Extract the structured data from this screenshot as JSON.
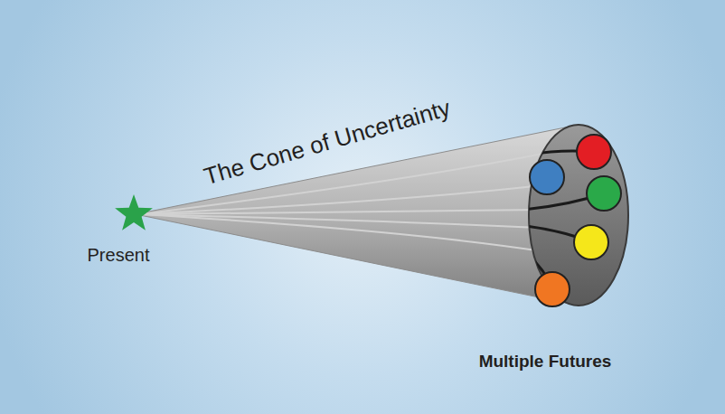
{
  "diagram": {
    "labels": [
      "The Cone of Uncertainty",
      "Present",
      "Multiple Futures"
    ]
  }
}
